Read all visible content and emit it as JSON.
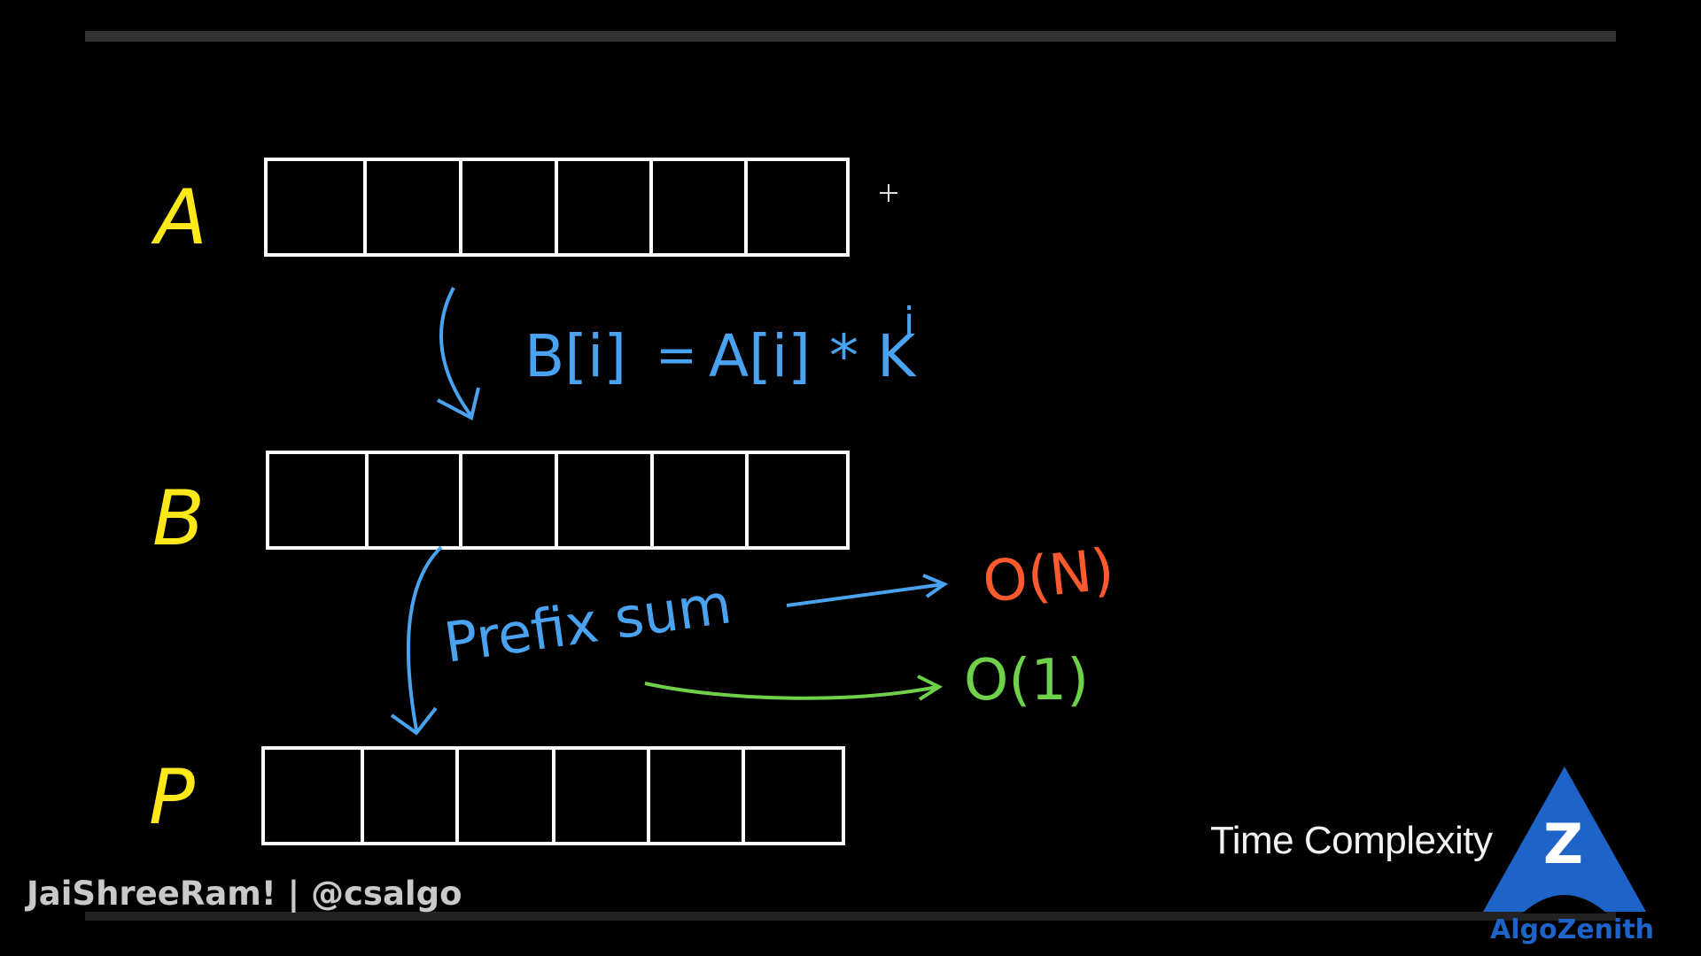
{
  "diagram": {
    "arrays": [
      {
        "label": "A",
        "cells": 6
      },
      {
        "label": "B",
        "cells": 6
      },
      {
        "label": "P",
        "cells": 6
      }
    ],
    "formula": {
      "lhs": "B[i]",
      "eq": "=",
      "rhs": "A[i] * K",
      "exponent": "i"
    },
    "step_label": "Prefix sum",
    "complexities": [
      {
        "text": "O(N)",
        "color": "#ff5a2e"
      },
      {
        "text": "O(1)",
        "color": "#6fd14a"
      }
    ]
  },
  "overlay": {
    "time_complexity": "Time Complexity",
    "channel_tag": "JaiShreeRam! | @csalgo",
    "logo_text": "AlgoZenith",
    "logo_letter": "Z"
  },
  "colors": {
    "label": "#ffe81a",
    "annotation": "#4aa3f0",
    "cell_border": "#ffffff",
    "progress_track": "#333333",
    "logo_blue": "#1e63c7"
  }
}
